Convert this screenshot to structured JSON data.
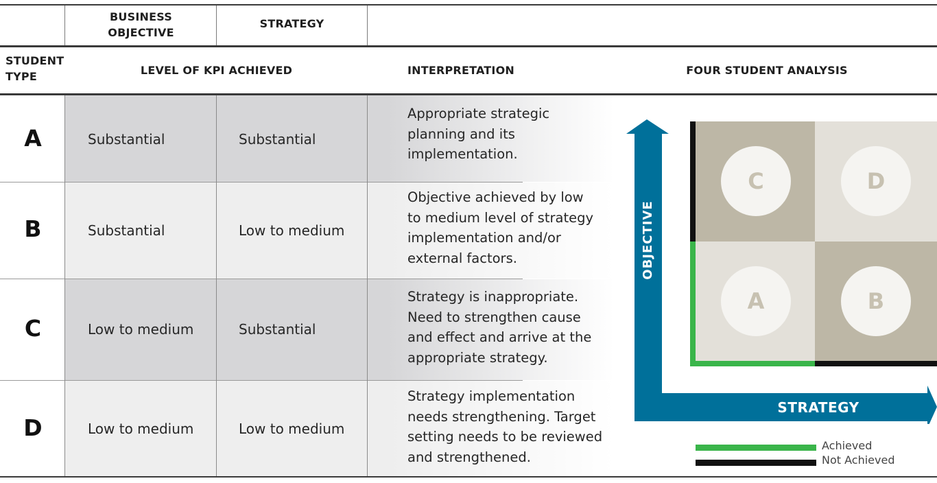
{
  "header": {
    "business_objective": "BUSINESS\nOBJECTIVE",
    "strategy": "STRATEGY",
    "student_type": "STUDENT\nTYPE",
    "level_of_kpi": "LEVEL OF KPI ACHIEVED",
    "interpretation": "INTERPRETATION",
    "four_student_analysis": "FOUR STUDENT ANALYSIS"
  },
  "rows": [
    {
      "type": "A",
      "business_objective": "Substantial",
      "strategy": "Substantial",
      "interpretation": "Appropriate strategic\nplanning and its\nimplementation."
    },
    {
      "type": "B",
      "business_objective": "Substantial",
      "strategy": "Low to medium",
      "interpretation": "Objective achieved by low\nto medium level of strategy\nimplementation and/or\nexternal factors."
    },
    {
      "type": "C",
      "business_objective": "Low to medium",
      "strategy": "Substantial",
      "interpretation": "Strategy is inappropriate.\nNeed to strengthen cause\nand effect and arrive at the\nappropriate strategy."
    },
    {
      "type": "D",
      "business_objective": "Low to medium",
      "strategy": "Low to medium",
      "interpretation": "Strategy implementation\nneeds strengthening. Target\nsetting needs to be reviewed\nand strengthened."
    }
  ],
  "diagram": {
    "y_axis_label": "OBJECTIVE",
    "x_axis_label": "STRATEGY",
    "quadrants": {
      "top_left": "C",
      "top_right": "D",
      "bottom_left": "A",
      "bottom_right": "B"
    },
    "colors": {
      "axis": "#00709a",
      "achieved": "#3ab54a",
      "not_achieved": "#111111",
      "quad_dark": "#bdb7a6",
      "quad_light": "#e3e0d9"
    }
  },
  "legend": {
    "achieved": "Achieved",
    "not_achieved": "Not Achieved"
  }
}
